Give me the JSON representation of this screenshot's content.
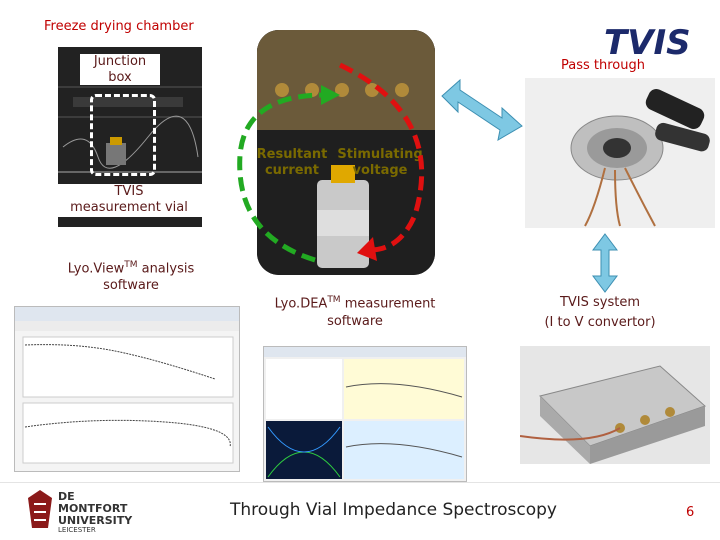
{
  "labels": {
    "chamber": "Freeze drying chamber",
    "junction": "Junction\nbox",
    "vial": "TVIS\nmeasurement vial",
    "pass_through": "Pass through",
    "resultant": "Resultant\ncurrent",
    "stimulating": "Stimulating\nvoltage",
    "lyoview_a": "Lyo.View",
    "lyoview_tm": "TM",
    "lyoview_b": " analysis\nsoftware",
    "lyodea_a": "Lyo.DEA",
    "lyodea_tm": "TM",
    "lyodea_b": " measurement\nsoftware",
    "tvis_system": "TVIS system\n(I to V convertor)"
  },
  "footer": {
    "title": "Through Vial Impedance Spectroscopy",
    "page": "6",
    "university_line1": "DE MONTFORT",
    "university_line2": "UNIVERSITY",
    "university_line3": "LEICESTER"
  },
  "logo": {
    "text": "TVIS"
  },
  "colors": {
    "label_text": "#5a1a1a",
    "title_red": "#c00000",
    "arrow_blue": "#7ec8e3",
    "green_dash": "#22aa22",
    "red_dash": "#e01010",
    "logo_navy": "#1c2a6b"
  }
}
